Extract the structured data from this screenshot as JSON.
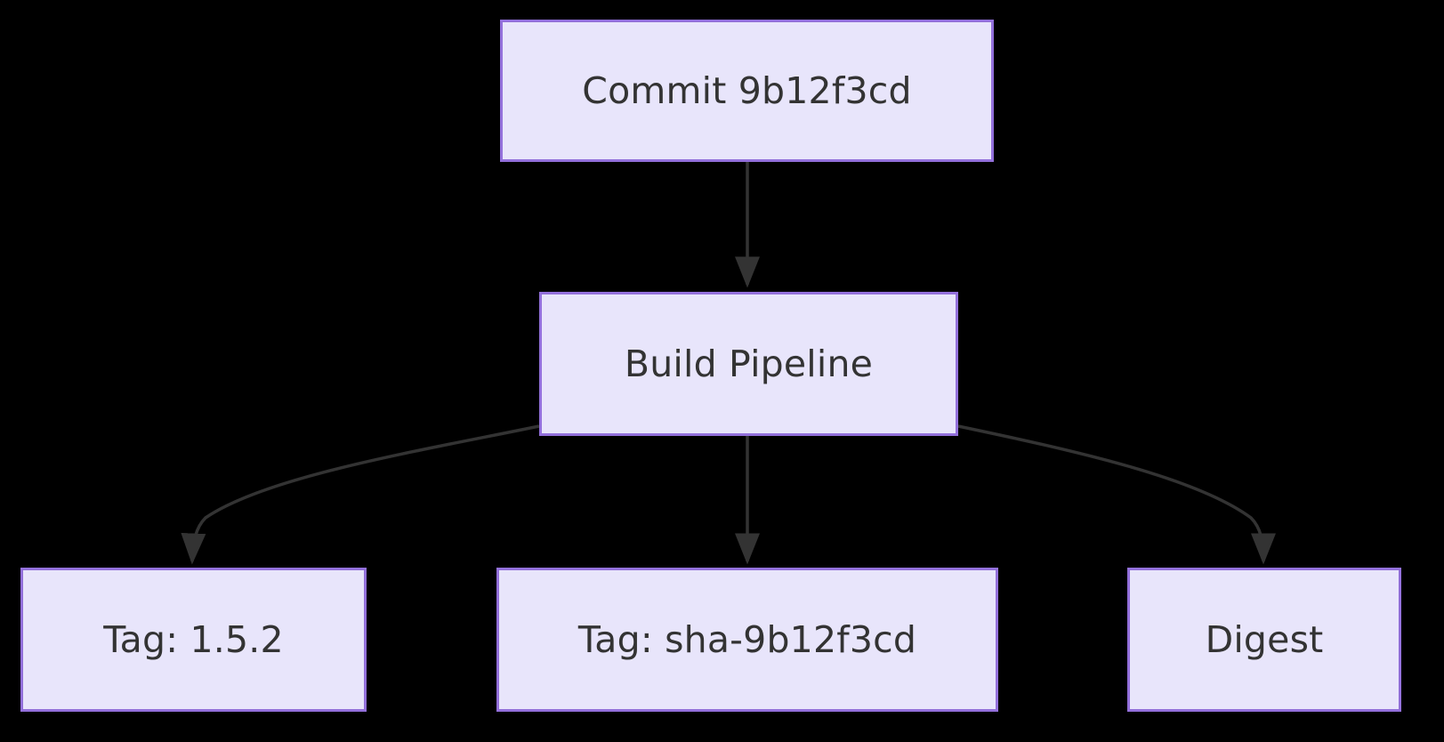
{
  "diagram": {
    "type": "flowchart",
    "direction": "top-down",
    "background_color": "#000000",
    "node_fill_color": "#e8e5fb",
    "node_border_color": "#9370db",
    "node_text_color": "#333333",
    "edge_color": "#333333",
    "nodes": [
      {
        "id": "commit",
        "label": "Commit 9b12f3cd"
      },
      {
        "id": "build",
        "label": "Build Pipeline"
      },
      {
        "id": "tag_version",
        "label": "Tag: 1.5.2"
      },
      {
        "id": "tag_sha",
        "label": "Tag: sha-9b12f3cd"
      },
      {
        "id": "digest",
        "label": "Digest"
      }
    ],
    "edges": [
      {
        "from": "commit",
        "to": "build",
        "label": "",
        "style": "straight-arrow"
      },
      {
        "from": "build",
        "to": "tag_version",
        "label": "",
        "style": "curved-arrow"
      },
      {
        "from": "build",
        "to": "tag_sha",
        "label": "",
        "style": "straight-arrow"
      },
      {
        "from": "build",
        "to": "digest",
        "label": "",
        "style": "curved-arrow"
      }
    ]
  }
}
